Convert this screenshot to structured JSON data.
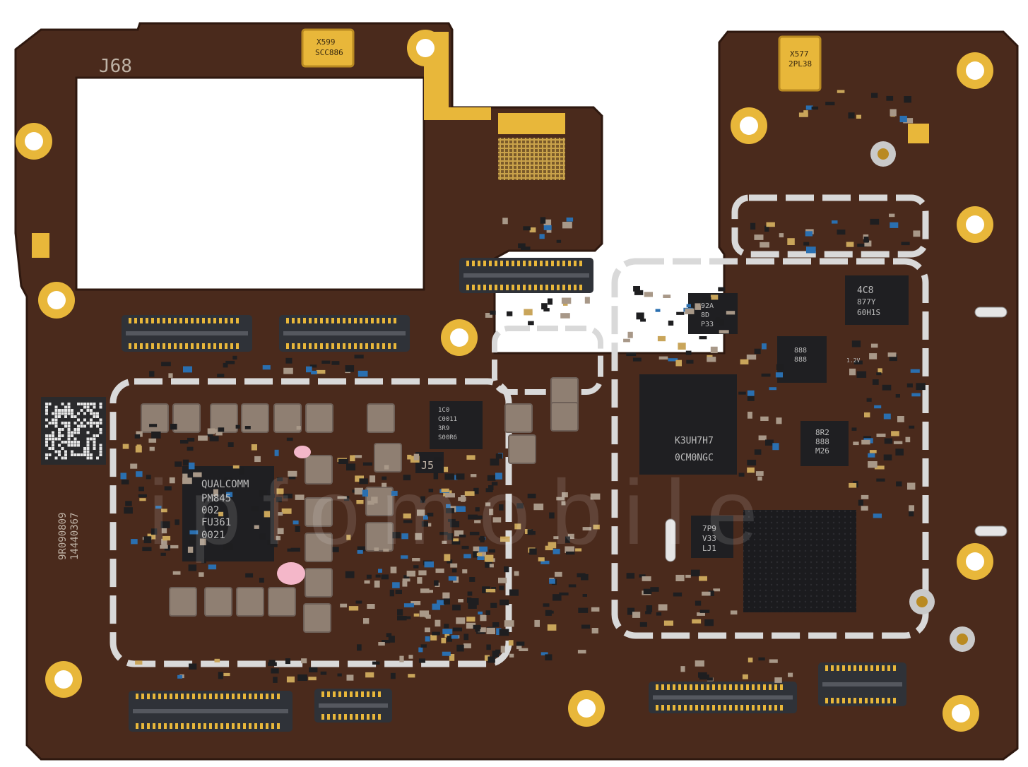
{
  "board": {
    "colors": {
      "background": "#ffffff",
      "pcb": "#4a2a1c",
      "pcb_dark": "#3a2015",
      "pcb_edge": "#2e180f",
      "gold": "#e8b73a",
      "gold_dark": "#b98a22",
      "shield_silver": "#d9d9d9",
      "connector": "#2f3238",
      "chip": "#1f1f22",
      "ceramic": "#8f7f72",
      "pink_glue": "#f4b7c9",
      "silk": "#bfb3a6"
    },
    "labels": {
      "ref_j68": "J68",
      "ref_j5": "J5",
      "xtal1_line1": "X599",
      "xtal1_line2": "SCC886",
      "xtal2_line1": "X577",
      "xtal2_line2": "2PL38",
      "pmic_line1": "QUALCOMM",
      "pmic_line2": "PM845",
      "pmic_line3": "002",
      "pmic_line4": "FU361",
      "pmic_line5": "0021",
      "ic_4c8_line1": "4C8",
      "ic_4c8_line2": "877Y",
      "ic_4c8_line3": "60H1S",
      "ic_92a_line1": "92A",
      "ic_92a_line2": "8D",
      "ic_92a_line3": "P33",
      "ic_1c0_line1": "1C0",
      "ic_1c0_line2": "C0011",
      "ic_1c0_line3": "3R9",
      "ic_1c0_line4": "S00R6",
      "mem_line1": "K3UH7H7",
      "mem_line2": "0CM0NGC",
      "ic_8r2_line1": "8R2",
      "ic_8r2_line2": "888",
      "ic_8r2_line3": "M26",
      "ic_7p9_line1": "7P9",
      "ic_7p9_line2": "V33",
      "ic_7p9_line3": "LJ1",
      "ic_888_line1": "888",
      "ic_888_line2": "888",
      "serial_line1": "9R090809",
      "serial_line2": "14440367",
      "small_1v2": "1.2V",
      "watermark": "ipfomobile"
    }
  }
}
